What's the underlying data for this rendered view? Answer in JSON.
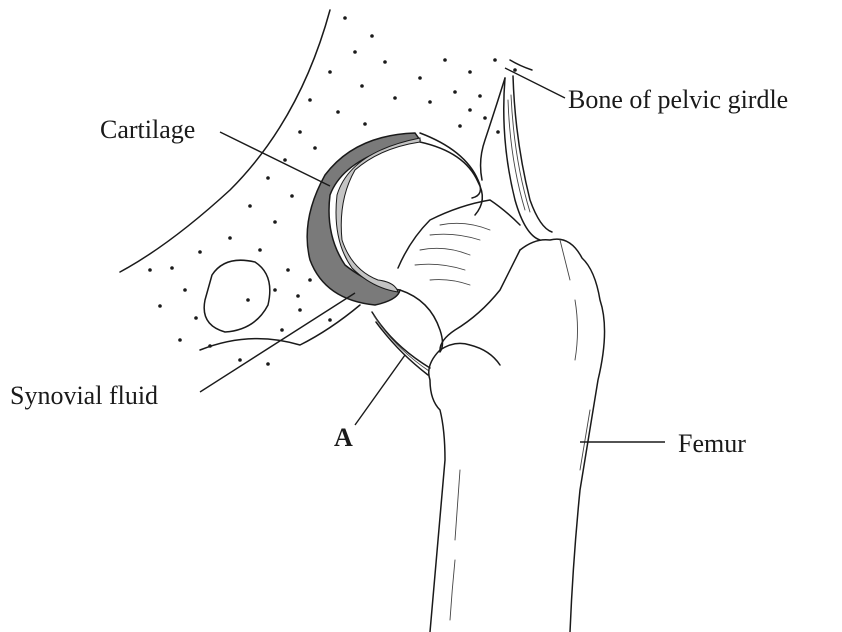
{
  "labels": {
    "cartilage": "Cartilage",
    "bone_of_pelvic_girdle": "Bone of pelvic girdle",
    "synovial_fluid": "Synovial fluid",
    "a": "A",
    "femur": "Femur"
  },
  "colors": {
    "ink": "#1a1a1a",
    "cartilage_fill": "#7a7a7a",
    "synovial_fill": "#c4c4c4",
    "background": "#ffffff"
  }
}
